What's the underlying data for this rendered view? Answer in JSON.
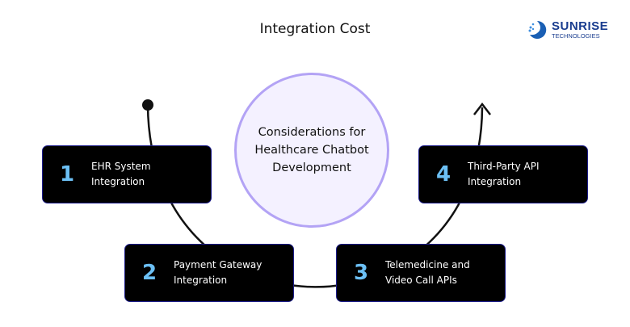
{
  "title": "Integration Cost",
  "logo": {
    "name": "SUNRISE",
    "sub": "TECHNOLOGIES"
  },
  "center": {
    "line1": "Considerations for",
    "line2": "Healthcare Chatbot",
    "line3": "Development"
  },
  "steps": [
    {
      "num": "1",
      "line1": "EHR System",
      "line2": "Integration"
    },
    {
      "num": "2",
      "line1": "Payment Gateway",
      "line2": "Integration"
    },
    {
      "num": "3",
      "line1": "Telemedicine and",
      "line2": "Video Call APIs"
    },
    {
      "num": "4",
      "line1": "Third-Party API",
      "line2": "Integration"
    }
  ],
  "colors": {
    "number": "#6cc0f5",
    "circle_border": "#b3a3f5",
    "box": "#000000"
  }
}
